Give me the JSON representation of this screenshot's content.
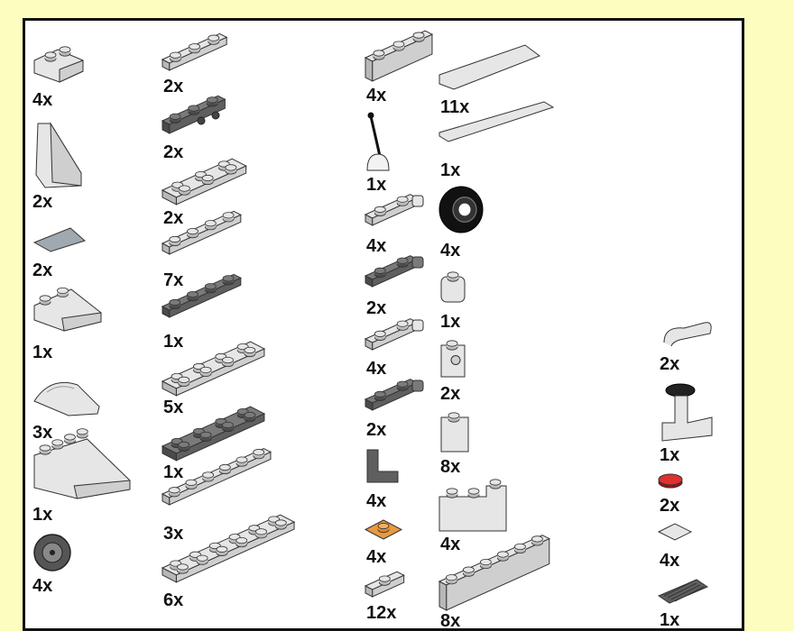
{
  "parts_list": {
    "colors": {
      "background": "#fdfdc0",
      "panel_border": "#111111",
      "light_gray": "#e3e3e3",
      "dark_gray": "#6b6b6b",
      "black": "#1a1a1a",
      "orange": "#f0a040",
      "red": "#d81e1e",
      "blue_gray": "#a8b0b8"
    },
    "items": [
      {
        "name": "slope-inverted-1x2",
        "qty": "4x",
        "color": "light-gray"
      },
      {
        "name": "slope-tall-1x2x2",
        "qty": "2x",
        "color": "light-gray"
      },
      {
        "name": "tile-slope-1x1",
        "qty": "2x",
        "color": "blue-gray"
      },
      {
        "name": "slope-2x2",
        "qty": "1x",
        "color": "light-gray"
      },
      {
        "name": "slope-curved-2x2",
        "qty": "3x",
        "color": "light-gray"
      },
      {
        "name": "slope-2x4",
        "qty": "1x",
        "color": "light-gray"
      },
      {
        "name": "wheel-hub",
        "qty": "4x",
        "color": "dark-gray"
      },
      {
        "name": "plate-1x3",
        "qty": "2x",
        "color": "light-gray"
      },
      {
        "name": "plate-1x3-with-pins",
        "qty": "2x",
        "color": "dark-gray"
      },
      {
        "name": "plate-2x3",
        "qty": "2x",
        "color": "light-gray"
      },
      {
        "name": "plate-1x4",
        "qty": "7x",
        "color": "light-gray"
      },
      {
        "name": "plate-1x4-dark",
        "qty": "1x",
        "color": "dark-gray"
      },
      {
        "name": "plate-2x4",
        "qty": "5x",
        "color": "light-gray"
      },
      {
        "name": "plate-2x4-dark",
        "qty": "1x",
        "color": "dark-gray"
      },
      {
        "name": "plate-1x6",
        "qty": "3x",
        "color": "light-gray"
      },
      {
        "name": "plate-2x6",
        "qty": "6x",
        "color": "light-gray"
      },
      {
        "name": "brick-1x3",
        "qty": "4x",
        "color": "light-gray"
      },
      {
        "name": "lever-control-stick",
        "qty": "1x",
        "color": "black"
      },
      {
        "name": "plate-1x2-clip",
        "qty": "4x",
        "color": "light-gray"
      },
      {
        "name": "plate-1x2-clip-dark",
        "qty": "2x",
        "color": "dark-gray"
      },
      {
        "name": "plate-1x2-hinge",
        "qty": "4x",
        "color": "light-gray"
      },
      {
        "name": "plate-1x2-hinge-dark",
        "qty": "2x",
        "color": "dark-gray"
      },
      {
        "name": "bracket-1x1",
        "qty": "4x",
        "color": "dark-gray"
      },
      {
        "name": "plate-1x1-round",
        "qty": "4x",
        "color": "orange"
      },
      {
        "name": "plate-1x1",
        "qty": "12x",
        "color": "light-gray"
      },
      {
        "name": "tile-2x4",
        "qty": "11x",
        "color": "light-gray"
      },
      {
        "name": "tile-1x6",
        "qty": "1x",
        "color": "light-gray"
      },
      {
        "name": "tire",
        "qty": "4x",
        "color": "black"
      },
      {
        "name": "brick-round-1x1",
        "qty": "1x",
        "color": "light-gray"
      },
      {
        "name": "brick-1x1-side-stud",
        "qty": "2x",
        "color": "light-gray"
      },
      {
        "name": "brick-1x1x2",
        "qty": "8x",
        "color": "light-gray"
      },
      {
        "name": "brick-2x2-corner",
        "qty": "4x",
        "color": "light-gray"
      },
      {
        "name": "brick-1x6",
        "qty": "8x",
        "color": "light-gray"
      },
      {
        "name": "bar-handle",
        "qty": "2x",
        "color": "light-gray"
      },
      {
        "name": "steering-stand",
        "qty": "1x",
        "color": "light-gray"
      },
      {
        "name": "round-tile-1x1",
        "qty": "2x",
        "color": "red"
      },
      {
        "name": "tile-1x1",
        "qty": "4x",
        "color": "light-gray"
      },
      {
        "name": "grille-tile-1x2",
        "qty": "1x",
        "color": "dark-gray"
      }
    ]
  }
}
